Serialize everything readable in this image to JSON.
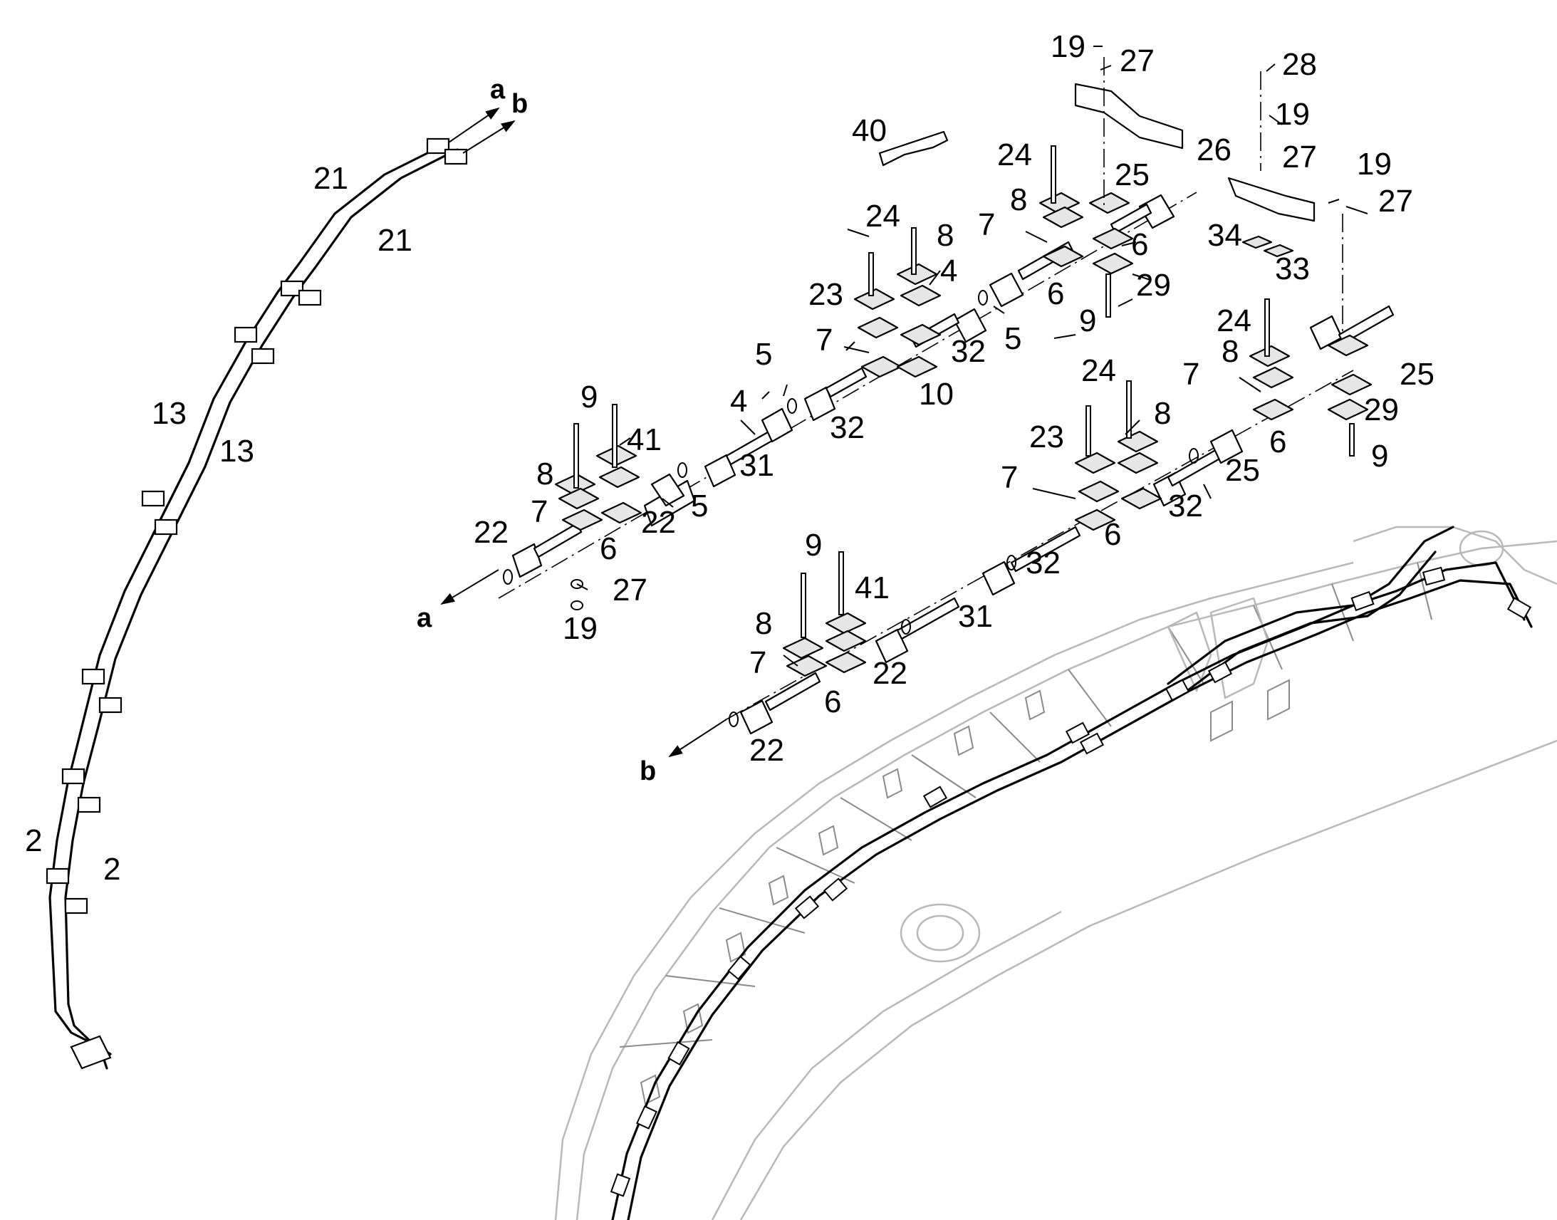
{
  "callouts": {
    "n21a": "21",
    "n21b": "21",
    "n13a": "13",
    "n13b": "13",
    "n2a": "2",
    "n2b": "2",
    "n40": "40",
    "n19a": "19",
    "n27a": "27",
    "n26": "26",
    "n24a": "24",
    "n8a": "8",
    "n25a": "25",
    "n7a": "7",
    "n6a": "6",
    "n6b": "6",
    "n29a": "29",
    "n9a": "9",
    "n24b": "24",
    "n8b": "8",
    "n4a": "4",
    "n23a": "23",
    "n7b": "7",
    "n32a": "32",
    "n5a": "5",
    "n10": "10",
    "n5b": "5",
    "n4b": "4",
    "n32b": "32",
    "n9b": "9",
    "n41a": "41",
    "n8c": "8",
    "n31a": "31",
    "n7c": "7",
    "n22a": "22",
    "n5c": "5",
    "n22b": "22",
    "n6c": "6",
    "n27b": "27",
    "n19b": "19",
    "n28": "28",
    "n19c": "19",
    "n27c": "27",
    "n19d": "19",
    "n27d": "27",
    "n34": "34",
    "n33": "33",
    "n24c": "24",
    "n8d": "8",
    "n7d": "7",
    "n25b": "25",
    "n29b": "29",
    "n6d": "6",
    "n9c": "9",
    "n24d": "24",
    "n8e": "8",
    "n23b": "23",
    "n25c": "25",
    "n7e": "7",
    "n32c": "32",
    "n6e": "6",
    "n32d": "32",
    "n9d": "9",
    "n41b": "41",
    "n31b": "31",
    "n8f": "8",
    "n22c": "22",
    "n7f": "7",
    "n6f": "6",
    "n22d": "22"
  },
  "letters": {
    "a_top": "a",
    "b_top": "b",
    "a_left": "a",
    "b_bottom": "b"
  }
}
